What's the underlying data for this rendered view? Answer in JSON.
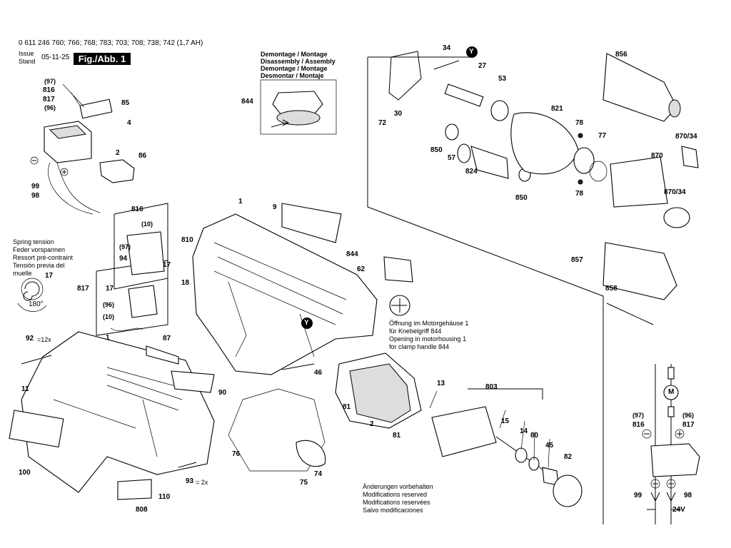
{
  "header": {
    "model_line": "0 611 246 760; 766; 768; 783; 703; 708; 738; 742 (1,7 AH)",
    "issue_label": "Issue",
    "stand_label": "Stand",
    "issue_date": "05-11-25",
    "figure_label": "Fig./Abb. 1"
  },
  "notes": {
    "disassembly": [
      "Demontage / Montage",
      "Disassembly / Assembly",
      "Demontage / Montage",
      "Desmontar / Montaje"
    ],
    "spring_tension": [
      "Spring tension",
      "Feder vorspannen",
      "Ressort pré-contraint",
      "Tensión previa del",
      "muelle"
    ],
    "opening": [
      "Öffnung im Motorgehäuse 1",
      "für Knebelgriff 844",
      "Opening in motorhousing 1",
      "for clamp handle 844"
    ],
    "changes": [
      "Änderungen vorbehalten",
      "Modifications reserved",
      "Modifications reservées",
      "Salvo modificaciones"
    ]
  },
  "callouts": {
    "c97a": "(97)",
    "c816a": "816",
    "c817a": "817",
    "c96a": "(96)",
    "c85": "85",
    "c4": "4",
    "c2": "2",
    "c86": "86",
    "c99a": "99",
    "c98a": "98",
    "c844a": "844",
    "c34": "34",
    "c27": "27",
    "c53": "53",
    "c72": "72",
    "c30": "30",
    "c856": "856",
    "c821": "821",
    "c78a": "78",
    "c77": "77",
    "c870_34a": "870/34",
    "c870": "870",
    "c870_34b": "870/34",
    "c78b": "78",
    "c850a": "850",
    "c57": "57",
    "c824": "824",
    "c850b": "850",
    "c1a": "1",
    "c9": "9",
    "c816b": "816",
    "c10a": "(10)",
    "c810": "810",
    "c97b": "(97)",
    "c94": "94",
    "c17a": "17",
    "c18": "18",
    "c17b": "17",
    "c817b": "817",
    "c17c": "17",
    "c96b": "(96)",
    "c10b": "(10)",
    "c844b": "844",
    "c62": "62",
    "c857": "857",
    "c858": "858",
    "c92": "92",
    "c12x": "=12x",
    "c1b": "1",
    "c87": "87",
    "c90": "90",
    "c46": "46",
    "c11": "11",
    "c100": "100",
    "c808": "808",
    "c110": "110",
    "c93": "93",
    "c2x": "= 2x",
    "c76": "76",
    "c75": "75",
    "c74": "74",
    "c81a": "81",
    "c2b": "2",
    "c81b": "81",
    "c13": "13",
    "c803": "803",
    "c15": "15",
    "c14": "14",
    "c80": "80",
    "c45": "45",
    "c82": "82",
    "y1": "Y",
    "y2": "Y",
    "deg": "180°",
    "sch97": "(97)",
    "sch816": "816",
    "sch96": "(96)",
    "sch817": "817",
    "sch99": "99",
    "sch98": "98",
    "sch24v": "24V",
    "sch_m": "M"
  },
  "icons": [
    "minus-terminal-icon",
    "plus-terminal-icon",
    "motor-icon"
  ]
}
